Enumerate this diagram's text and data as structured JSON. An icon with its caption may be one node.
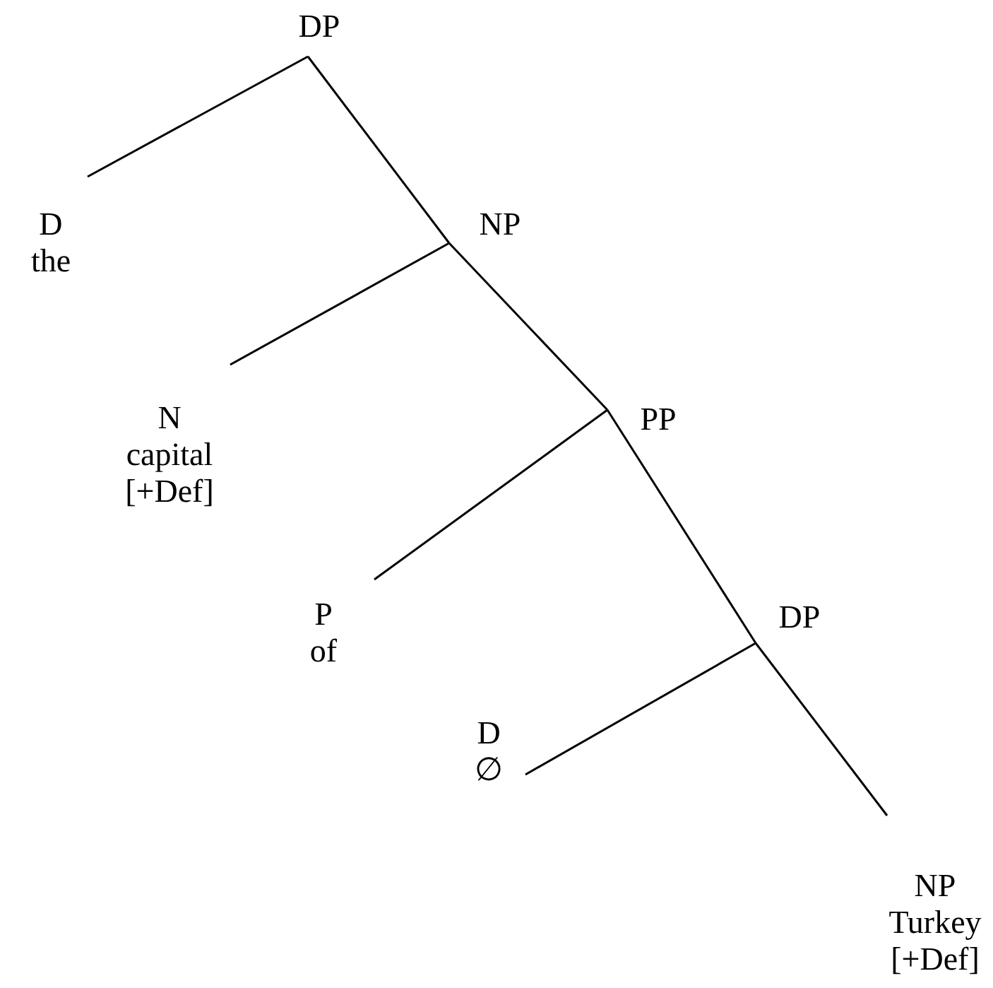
{
  "diagram": {
    "nodes": [
      {
        "text": [
          "DP"
        ]
      },
      {
        "text": [
          "D",
          "the"
        ]
      },
      {
        "text": [
          "NP"
        ]
      },
      {
        "text": [
          "N",
          "capital",
          "[+Def]"
        ]
      },
      {
        "text": [
          "PP"
        ]
      },
      {
        "text": [
          "P",
          "of"
        ]
      },
      {
        "text": [
          "DP"
        ]
      },
      {
        "text": [
          "D",
          "∅"
        ]
      },
      {
        "text": [
          "NP",
          "Turkey",
          "[+Def]"
        ]
      }
    ],
    "edges": [
      {
        "from": 0,
        "to": 1,
        "arrow": "none"
      },
      {
        "from": 0,
        "to": 2,
        "arrow": "none"
      },
      {
        "from": 2,
        "to": 3,
        "arrow": "none"
      },
      {
        "from": 2,
        "to": 4,
        "arrow": "none"
      },
      {
        "from": 4,
        "to": 5,
        "arrow": "none"
      },
      {
        "from": 4,
        "to": 6,
        "arrow": "none"
      },
      {
        "from": 6,
        "to": 7,
        "arrow": "none"
      },
      {
        "from": 6,
        "to": 8,
        "arrow": "none"
      }
    ]
  }
}
